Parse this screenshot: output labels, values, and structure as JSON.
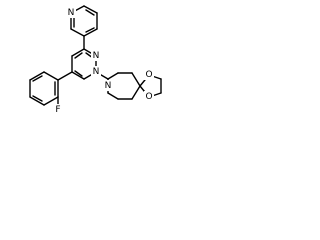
{
  "atoms": {
    "pyridine_n": "N",
    "pyrimidine_n3": "N",
    "pyrimidine_n1": "N",
    "fluorine": "F",
    "piperidine_n": "N",
    "dioxolane_o_top": "O",
    "dioxolane_o_bottom": "O"
  },
  "colors": {
    "bond": "#000000",
    "label": "#000000",
    "background": "#ffffff"
  }
}
